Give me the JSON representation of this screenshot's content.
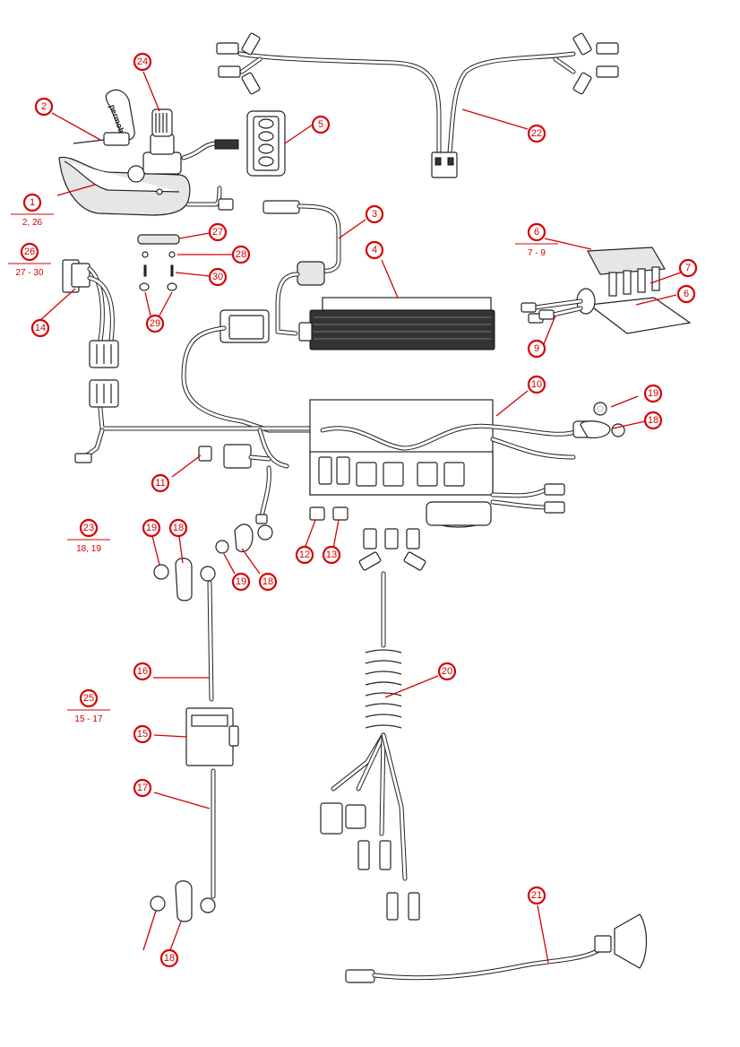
{
  "diagram": {
    "brand_logo": "permobil",
    "accent_color": "#d40000",
    "callouts": [
      {
        "id": "c1",
        "label": "1"
      },
      {
        "id": "c2",
        "label": "2"
      },
      {
        "id": "c3",
        "label": "3"
      },
      {
        "id": "c4",
        "label": "4"
      },
      {
        "id": "c5",
        "label": "5"
      },
      {
        "id": "c6a",
        "label": "6"
      },
      {
        "id": "c6b",
        "label": "6"
      },
      {
        "id": "c7",
        "label": "7"
      },
      {
        "id": "c9",
        "label": "9"
      },
      {
        "id": "c10",
        "label": "10"
      },
      {
        "id": "c11",
        "label": "11"
      },
      {
        "id": "c12",
        "label": "12"
      },
      {
        "id": "c13",
        "label": "13"
      },
      {
        "id": "c14",
        "label": "14"
      },
      {
        "id": "c15",
        "label": "15"
      },
      {
        "id": "c16",
        "label": "16"
      },
      {
        "id": "c17",
        "label": "17"
      },
      {
        "id": "c18a",
        "label": "18"
      },
      {
        "id": "c18b",
        "label": "18"
      },
      {
        "id": "c18c",
        "label": "18"
      },
      {
        "id": "c18d",
        "label": "18"
      },
      {
        "id": "c19a",
        "label": "19"
      },
      {
        "id": "c19b",
        "label": "19"
      },
      {
        "id": "c19c",
        "label": "19"
      },
      {
        "id": "c20",
        "label": "20"
      },
      {
        "id": "c21",
        "label": "21"
      },
      {
        "id": "c22",
        "label": "22"
      },
      {
        "id": "c23",
        "label": "23"
      },
      {
        "id": "c24",
        "label": "24"
      },
      {
        "id": "c25",
        "label": "25"
      },
      {
        "id": "c26",
        "label": "26"
      },
      {
        "id": "c27",
        "label": "27"
      },
      {
        "id": "c28",
        "label": "28"
      },
      {
        "id": "c29",
        "label": "29"
      },
      {
        "id": "c30",
        "label": "30"
      }
    ],
    "sublabels": [
      {
        "id": "s1",
        "text": "2, 26"
      },
      {
        "id": "s26",
        "text": "27 - 30"
      },
      {
        "id": "s6",
        "text": "7 - 9"
      },
      {
        "id": "s23",
        "text": "18, 19"
      },
      {
        "id": "s25",
        "text": "15 - 17"
      }
    ]
  }
}
